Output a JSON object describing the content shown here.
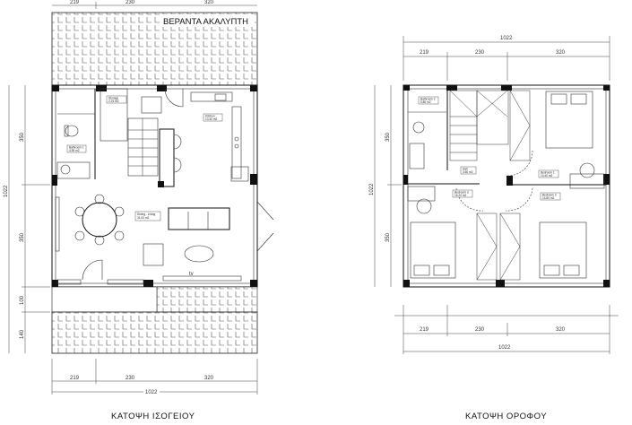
{
  "ground_floor": {
    "title": "ΚΑΤΟΨΗ ΙΣΟΓΕΙΟΥ",
    "veranda_label": "ΒΕΡΑΝΤΑ ΑΚΑΛΥΠΤΗ",
    "tv_label": "tv",
    "rooms": [
      {
        "name": "Storage",
        "area": "2.15 m2"
      },
      {
        "name": "Kitchen",
        "area": "13.40 m2"
      },
      {
        "name": "Bathroom 1",
        "area": "4.95 m2"
      },
      {
        "name": "Dining - Living",
        "area": "31.00 m2"
      }
    ],
    "dims_top": [
      "219",
      "230",
      "320"
    ],
    "dims_bottom": [
      "219",
      "230",
      "320"
    ],
    "dim_total": "1022",
    "dims_left": [
      "350",
      "350",
      "100",
      "140"
    ],
    "dim_left_total": "1022"
  },
  "upper_floor": {
    "title": "ΚΑΤΟΨΗ ΟΡΟΦΟΥ",
    "rooms": [
      {
        "name": "Bathroom 2",
        "area": "5.80 m2"
      },
      {
        "name": "Hall",
        "area": "3.60 m2"
      },
      {
        "name": "Bedroom 1",
        "area": "13.40 m2"
      },
      {
        "name": "Bedroom 3",
        "area": "15.20 m2"
      },
      {
        "name": "Bedroom 2",
        "area": "14.80 m2"
      }
    ],
    "dim_total_top": "1022",
    "dims_top": [
      "219",
      "230",
      "320"
    ],
    "dims_bottom": [
      "219",
      "230",
      "320"
    ],
    "dim_total_bottom": "1022",
    "dims_left": [
      "350",
      "350"
    ],
    "dim_left_total": "1022"
  }
}
